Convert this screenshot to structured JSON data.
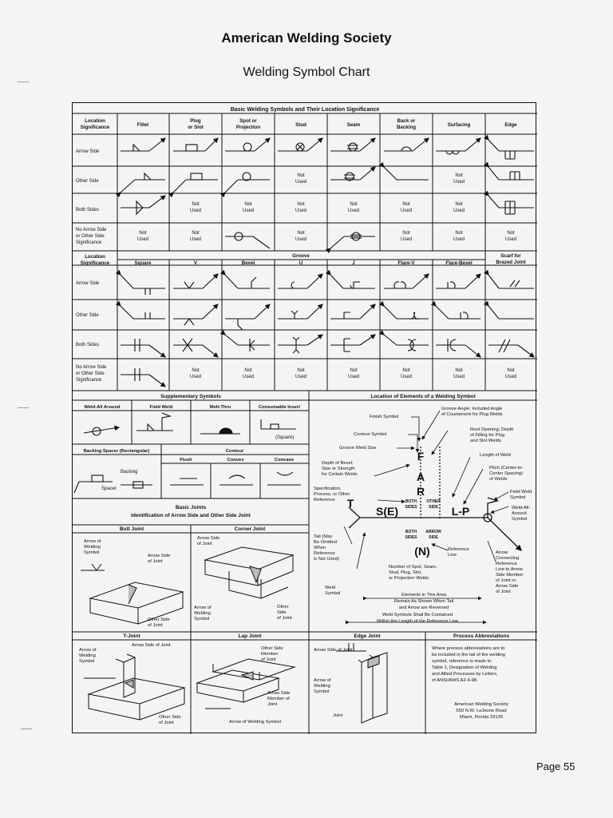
{
  "header": {
    "org": "American Welding Society",
    "title": "Welding Symbol Chart"
  },
  "basic": {
    "title": "Basic Welding Symbols and Their Location Significance",
    "loc_label": [
      "Location",
      "Significance"
    ],
    "columns": [
      [
        "Fillet"
      ],
      [
        "Plug",
        "or Slot"
      ],
      [
        "Spot or",
        "Projection"
      ],
      [
        "Stud"
      ],
      [
        "Seam"
      ],
      [
        "Back or",
        "Backing"
      ],
      [
        "Surfacing"
      ],
      [
        "Edge"
      ]
    ],
    "rows": [
      [
        "Arrow Side"
      ],
      [
        "Other Side"
      ],
      [
        "Both Sides"
      ],
      [
        "No Arrow Side",
        "or Other Side",
        "Significance"
      ]
    ],
    "not_used": [
      "Not",
      "Used"
    ]
  },
  "groove": {
    "title": "Groove",
    "loc_label": [
      "Location",
      "Significance"
    ],
    "columns": [
      "Square",
      "V",
      "Bevel",
      "U",
      "J",
      "Flare-V",
      "Flare-Bevel"
    ],
    "scarf": [
      "Scarf for",
      "Brazed Joint"
    ],
    "rows": [
      [
        "Arrow Side"
      ],
      [
        "Other Side"
      ],
      [
        "Both Sides"
      ],
      [
        "No Arrow Side",
        "or Other Side",
        "Significance"
      ]
    ]
  },
  "supplementary": {
    "title": "Supplementary Symbols",
    "row1": [
      "Weld-All Around",
      "Field Weld",
      "Melt-Thru",
      "Consumable Insert"
    ],
    "square": "(Square)",
    "row2_left": "Backing Spacer (Rectangular)",
    "contour": "Contour",
    "contour_types": [
      "Flush",
      "Convex",
      "Concave"
    ],
    "backing": "Backing",
    "spacer": "Spacer"
  },
  "joints": {
    "title1": "Basic Joints",
    "title2": "Identification of Arrow Side and Other Side Joint",
    "butt": "Butt Joint",
    "corner": "Corner Joint",
    "tjoint": "T-Joint",
    "lap": "Lap Joint",
    "edge": "Edge Joint",
    "arrow_of_welding_symbol": [
      "Arrow of",
      "Welding",
      "Symbol"
    ],
    "arrow_side_of_joint": [
      "Arrow Side",
      "of Joint"
    ],
    "other_side_of_joint": [
      "Other Side",
      "of Joint"
    ],
    "corner_arrow_side": [
      "Arrow Side",
      "of Joint"
    ],
    "corner_arrow_of": [
      "Arrow of",
      "Welding",
      "Symbol"
    ],
    "corner_other": [
      "Other",
      "Side",
      "of Joint"
    ],
    "t_arrow_side": "Arrow Side of Joint",
    "t_other": [
      "Other Side",
      "of Joint"
    ],
    "lap_other": [
      "Other Side",
      "Member",
      "of Joint"
    ],
    "lap_arrow_side": [
      "Arrow Side",
      "Member of",
      "Joint"
    ],
    "lap_arrow_of": "Arrow of Welding Symbol",
    "edge_arrow_side": "Arrow Side of Joint",
    "edge_arrow_of": [
      "Arrow of",
      "Welding",
      "Symbol"
    ],
    "edge_joint": "Joint"
  },
  "elements": {
    "title": "Location of Elements of a Welding Symbol",
    "finish": "Finish Symbol",
    "contour": "Contour Symbol",
    "groove_size": "Groove Weld Size",
    "depth": [
      "Depth of Bevel;",
      "Size or Strength",
      "for Certain Welds"
    ],
    "spec": [
      "Specification,",
      "Process, or Other",
      "Reference"
    ],
    "tail": [
      "Tail (May",
      "Be Omitted",
      "When",
      "Reference",
      "is Not Used)"
    ],
    "weld_symbol": [
      "Weld",
      "Symbol"
    ],
    "groove_angle": [
      "Groove Angle; Included Angle",
      "of Countersink for Plug Welds"
    ],
    "root_opening": [
      "Root Opening; Depth",
      "of Filling for Plug",
      "and Slot Welds"
    ],
    "length": "Length of Weld",
    "pitch": [
      "Pitch (Center-to-",
      "Center Spacing)",
      "of Welds"
    ],
    "field_weld": [
      "Field Weld",
      "Symbol"
    ],
    "weld_all": [
      "Weld-All-",
      "Around",
      "Symbol"
    ],
    "arrow_conn": [
      "Arrow",
      "Connecting",
      "Reference",
      "Line to Arrow",
      "Side Member",
      "of Joint or",
      "Arrow Side",
      "of Joint"
    ],
    "ref_line": [
      "Reference",
      "Line"
    ],
    "num_spot": [
      "Number of Spot, Seam,",
      "Stud, Plug, Slot,",
      "or Projection Welds"
    ],
    "elements_area": [
      "Elements in This Area",
      "Remain As Shown When Tail",
      "and Arrow are Reversed"
    ],
    "weld_symbols_contained": [
      "Weld Symbols Shall Be Contained",
      "Within the Length of the Reference Line"
    ],
    "letters": {
      "F": "F",
      "A": "A",
      "R": "R",
      "T": "T",
      "S": "S(E)",
      "L": "L-P",
      "N": "(N)"
    },
    "other_side": [
      "OTHER",
      "SIDE"
    ],
    "arrow_side": [
      "ARROW",
      "SIDE"
    ],
    "both_sides": [
      "BOTH",
      "SIDES"
    ]
  },
  "process": {
    "title": "Process Abbreviations",
    "body": [
      "Where process abbreviations are to",
      "be included in the tail of the welding",
      "symbol, reference is made to",
      "Table 1, Designation of Welding",
      "and Allied Processes by Letters,",
      "of ANSI/AWS A2-4-98."
    ],
    "address": [
      "American Welding Society",
      "550 N.W. LeJeune Road",
      "Miami, Florida  33126"
    ]
  },
  "footer": {
    "page": "Page 55"
  }
}
